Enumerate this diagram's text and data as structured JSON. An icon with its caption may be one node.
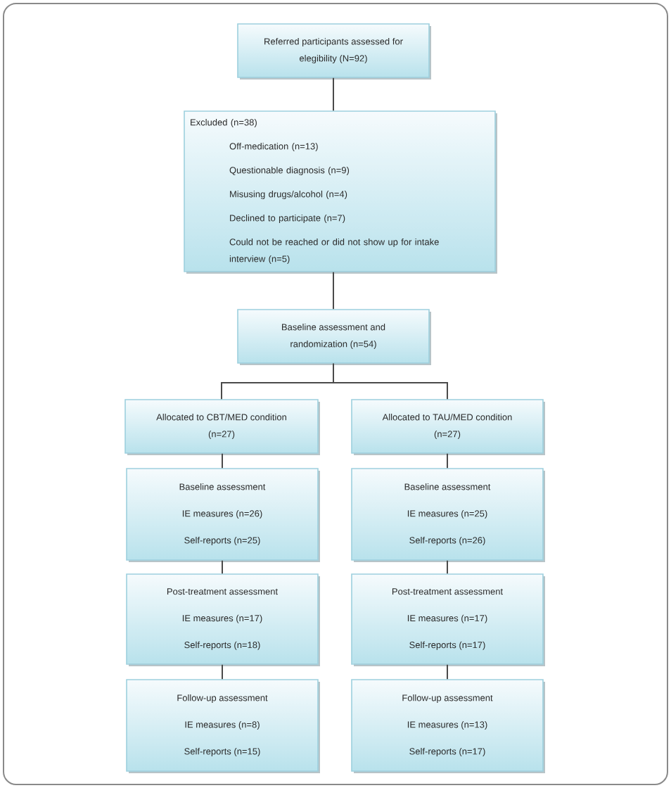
{
  "diagram": {
    "nodes": [
      {
        "text": [
          "Referred participants assessed for elegibility (N=92)"
        ]
      },
      {
        "text": [
          "Excluded (n=38)",
          "Off-medication (n=13)",
          "Questionable diagnosis (n=9)",
          "Misusing drugs/alcohol (n=4)",
          "Declined to participate (n=7)",
          "Could not be reached or did not show up for intake interview (n=5)"
        ]
      },
      {
        "text": [
          "Baseline assessment and randomization (n=54)"
        ]
      },
      {
        "text": [
          "Allocated to CBT/MED condition (n=27)"
        ]
      },
      {
        "text": [
          "Allocated to TAU/MED condition (n=27)"
        ]
      },
      {
        "text": [
          "Baseline assessment",
          "IE measures (n=26)",
          "Self-reports (n=25)"
        ]
      },
      {
        "text": [
          "Baseline assessment",
          "IE measures (n=25)",
          "Self-reports (n=26)"
        ]
      },
      {
        "text": [
          "Post-treatment assessment",
          "IE measures (n=17)",
          "Self-reports (n=18)"
        ]
      },
      {
        "text": [
          "Post-treatment assessment",
          "IE measures (n=17)",
          "Self-reports (n=17)"
        ]
      },
      {
        "text": [
          "Follow-up assessment",
          "IE measures (n=8)",
          "Self-reports (n=15)"
        ]
      },
      {
        "text": [
          "Follow-up assessment",
          "IE measures (n=13)",
          "Self-reports (n=17)"
        ]
      }
    ],
    "edges": [
      {
        "from": 0,
        "to": 1,
        "arrow": "none"
      },
      {
        "from": 1,
        "to": 2,
        "arrow": "none"
      },
      {
        "from": 2,
        "to": 3,
        "arrow": "none"
      },
      {
        "from": 2,
        "to": 4,
        "arrow": "none"
      },
      {
        "from": 3,
        "to": 5,
        "arrow": "none"
      },
      {
        "from": 5,
        "to": 7,
        "arrow": "none"
      },
      {
        "from": 7,
        "to": 9,
        "arrow": "none"
      },
      {
        "from": 4,
        "to": 6,
        "arrow": "none"
      },
      {
        "from": 6,
        "to": 8,
        "arrow": "none"
      },
      {
        "from": 8,
        "to": 10,
        "arrow": "none"
      }
    ]
  }
}
